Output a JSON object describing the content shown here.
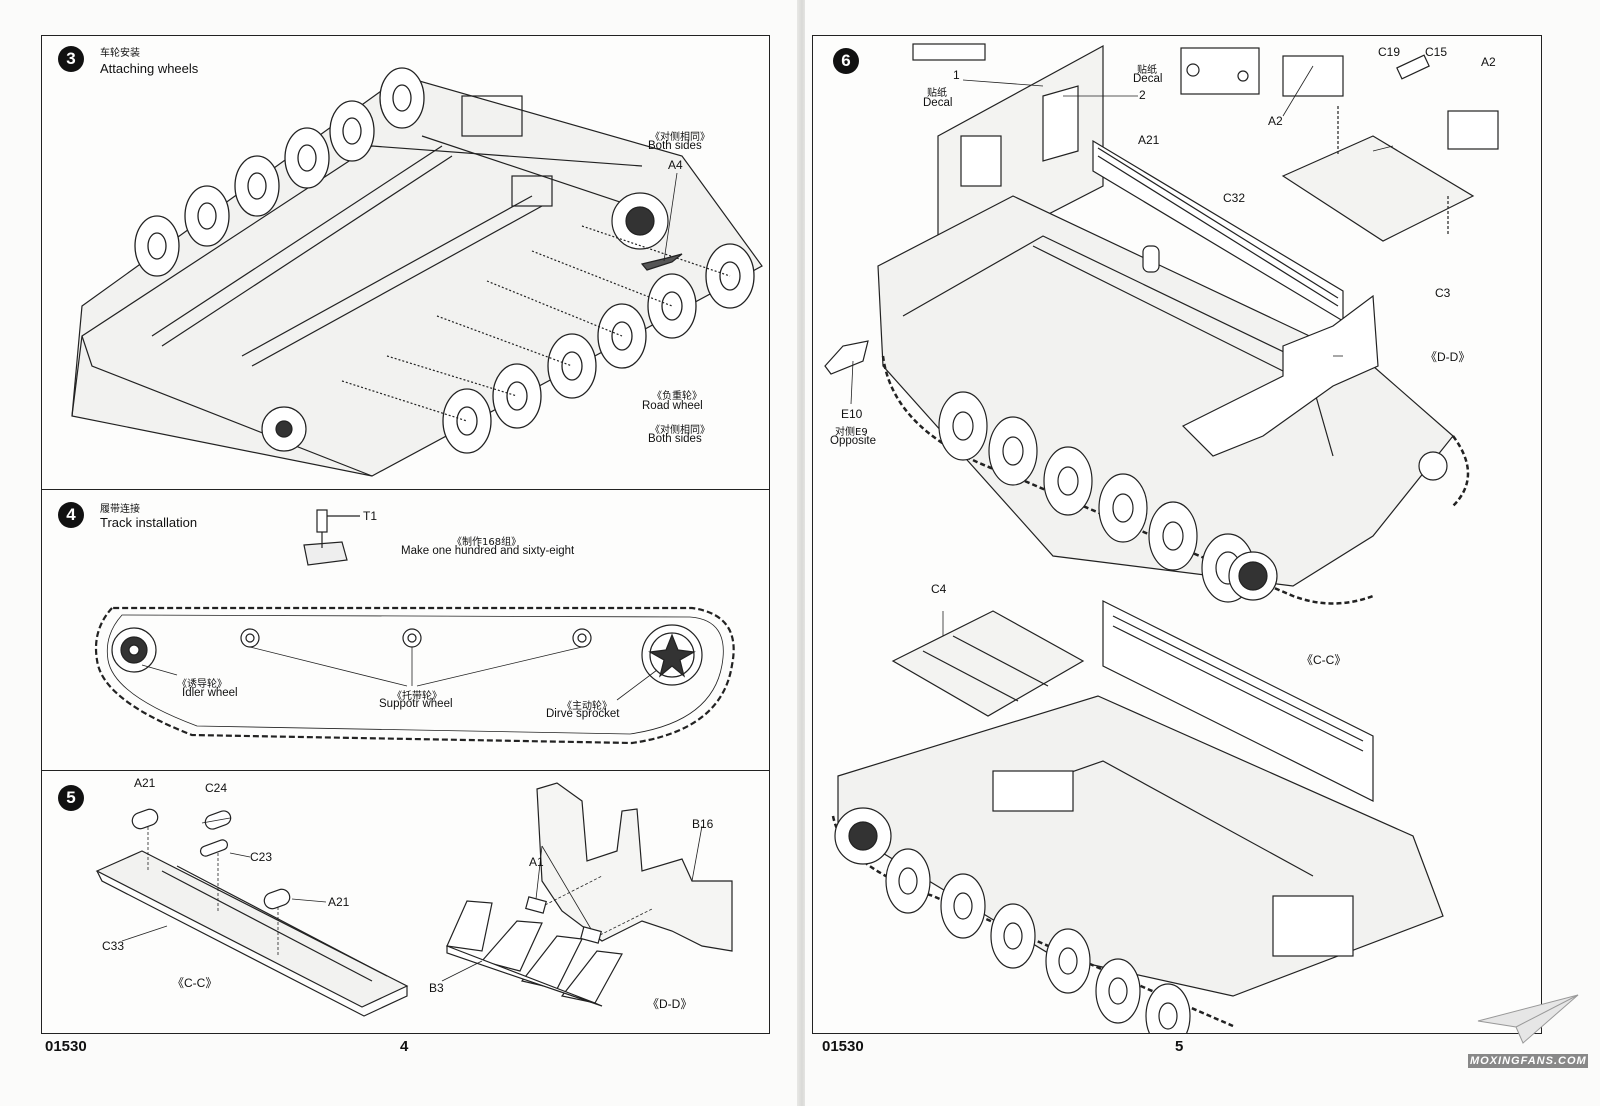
{
  "left_page": {
    "product_code": "01530",
    "page_number": "4",
    "step3": {
      "number": "3",
      "title_cn": "车轮安装",
      "title_en": "Attaching wheels",
      "note_both_sides_1_cn": "《对侧相同》",
      "note_both_sides_1_en": "Both sides",
      "part_a4": "A4",
      "road_wheel_cn": "《负重轮》",
      "road_wheel_en": "Road  wheel",
      "note_both_sides_2_cn": "《对侧相同》",
      "note_both_sides_2_en": "Both sides"
    },
    "step4": {
      "number": "4",
      "title_cn": "履带连接",
      "title_en": "Track installation",
      "part_t1": "T1",
      "make_cn": "《制作168组》",
      "make_en": "Make one hundred and sixty-eight",
      "idler_cn": "《诱导轮》",
      "idler_en": "Idler wheel",
      "support_cn": "《托带轮》",
      "support_en": "Suppotr wheel",
      "sprocket_cn": "《主动轮》",
      "sprocket_en": "Dirve sprocket"
    },
    "step5": {
      "number": "5",
      "part_a21_top": "A21",
      "part_c24": "C24",
      "part_c23": "C23",
      "part_a21_mid": "A21",
      "part_c33": "C33",
      "view_cc": "《C-C》",
      "part_b16": "B16",
      "part_a1": "A1",
      "part_b3": "B3",
      "view_dd": "《D-D》"
    }
  },
  "right_page": {
    "product_code": "01530",
    "page_number": "5",
    "step6": {
      "number": "6",
      "decal1_cn": "贴纸",
      "decal1_en": "Decal",
      "decal1_num": "1",
      "decal2_cn": "贴纸",
      "decal2_en": "Decal",
      "decal2_num": "2",
      "part_a21": "A21",
      "part_c32": "C32",
      "part_c19": "C19",
      "part_c15": "C15",
      "part_a2_left": "A2",
      "part_a2_right": "A2",
      "part_c3": "C3",
      "view_dd": "《D-D》",
      "part_e10": "E10",
      "opposite_cn": "对侧E9",
      "opposite_en": "Opposite",
      "part_c4": "C4",
      "view_cc": "《C-C》"
    },
    "watermark": "MOXINGFANS.COM"
  }
}
